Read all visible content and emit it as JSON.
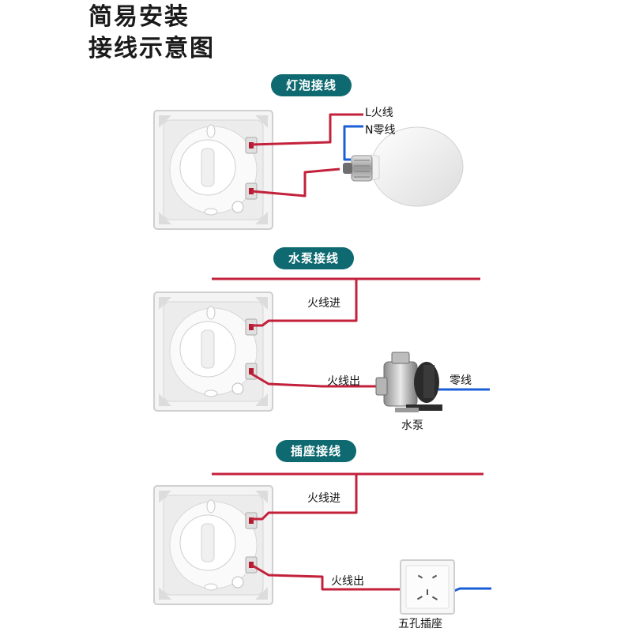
{
  "title_line1": "简易安装",
  "title_line2": "接线示意图",
  "colors": {
    "accent": "#0e6a70",
    "live_wire": "#c3213b",
    "neutral_wire": "#1a5fd6"
  },
  "sections": [
    {
      "heading": "灯泡接线",
      "wire_labels": {
        "live": "L火线",
        "neutral": "N零线"
      }
    },
    {
      "heading": "水泵接线",
      "wire_labels": {
        "in": "火线进",
        "out": "火线出",
        "neutral": "零线"
      },
      "device_label": "水泵"
    },
    {
      "heading": "插座接线",
      "wire_labels": {
        "in": "火线进",
        "out": "火线出"
      },
      "device_label": "五孔插座"
    }
  ]
}
